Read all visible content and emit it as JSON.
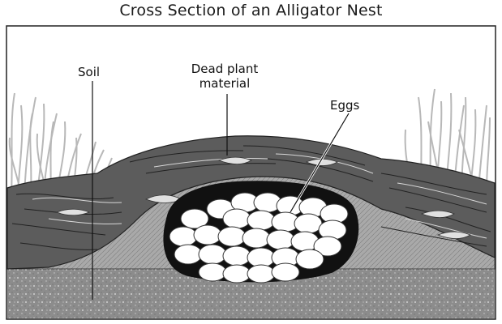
{
  "title": "Cross Section of an Alligator Nest",
  "labels": {
    "soil": "Soil",
    "plant_line1": "Dead plant",
    "plant_line2": "material",
    "eggs": "Eggs"
  }
}
